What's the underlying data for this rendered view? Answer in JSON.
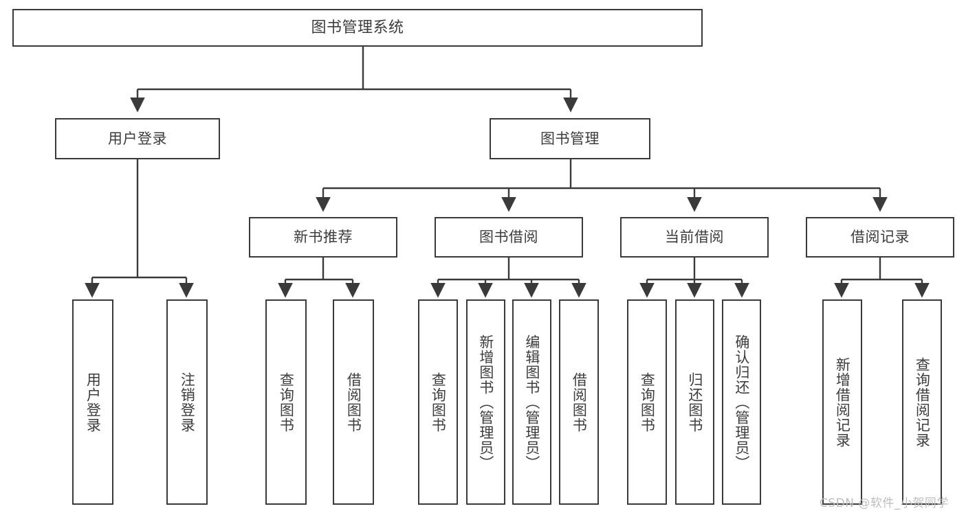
{
  "diagram": {
    "title": "图书管理系统",
    "type": "tree-hierarchy-chart",
    "root": {
      "label": "图书管理系统"
    },
    "level2": [
      {
        "label": "用户登录"
      },
      {
        "label": "图书管理"
      }
    ],
    "level3": [
      {
        "label": "新书推荐"
      },
      {
        "label": "图书借阅"
      },
      {
        "label": "当前借阅"
      },
      {
        "label": "借阅记录"
      }
    ],
    "leaves": {
      "user_login": [
        {
          "label": "用户登录"
        },
        {
          "label": "注销登录"
        }
      ],
      "new_book_recommend": [
        {
          "label": "查询图书"
        },
        {
          "label": "借阅图书"
        }
      ],
      "book_borrow": [
        {
          "label": "查询图书"
        },
        {
          "label": "新增图书（管理员）"
        },
        {
          "label": "编辑图书（管理员）"
        },
        {
          "label": "借阅图书"
        }
      ],
      "current_borrow": [
        {
          "label": "查询图书"
        },
        {
          "label": "归还图书"
        },
        {
          "label": "确认归还（管理员）"
        }
      ],
      "borrow_record": [
        {
          "label": "新增借阅记录"
        },
        {
          "label": "查询借阅记录"
        }
      ]
    }
  },
  "watermark": {
    "text": "CSDN @软件_小贺同学"
  },
  "colors": {
    "box_border": "#3a3a3a",
    "text": "#3c3c3c",
    "line": "#3a3a3a",
    "background": "#ffffff",
    "watermark": "#bdbdbd"
  }
}
